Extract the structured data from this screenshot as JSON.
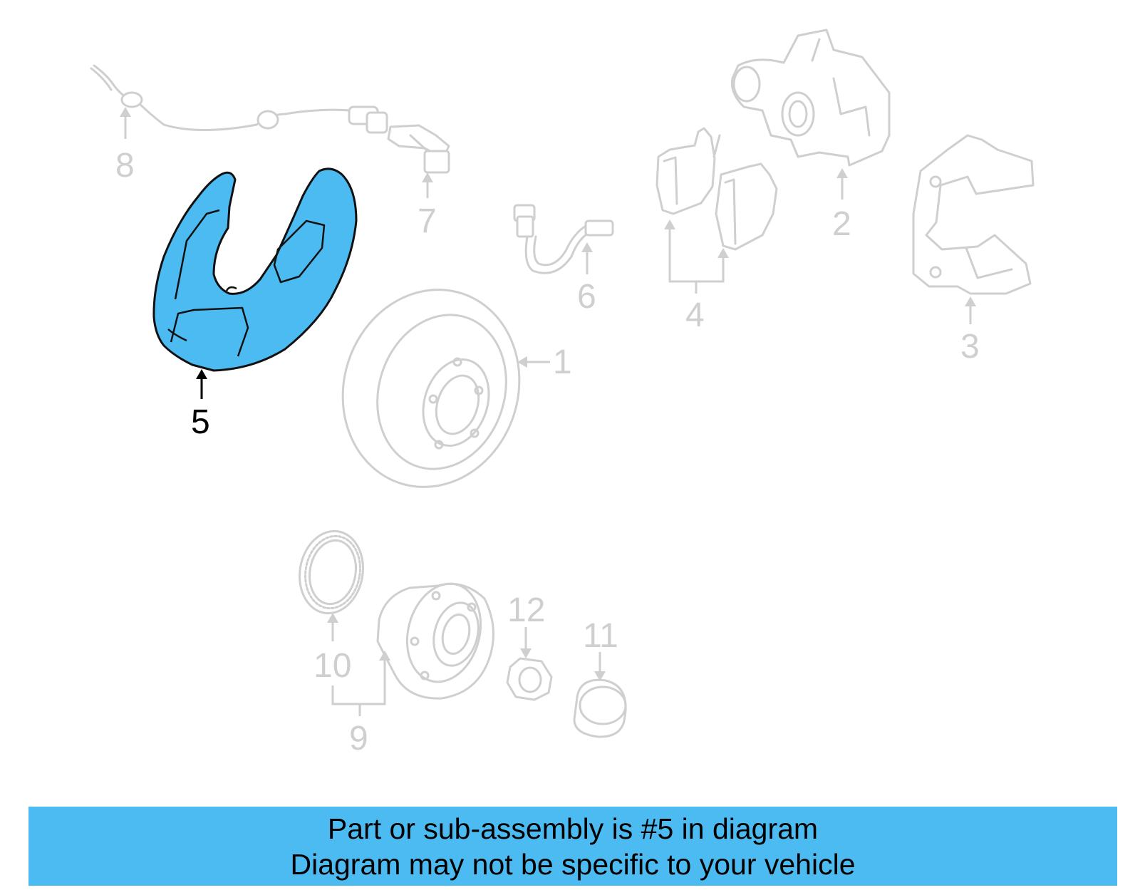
{
  "callouts": {
    "c1": "1",
    "c2": "2",
    "c3": "3",
    "c4": "4",
    "c5": "5",
    "c6": "6",
    "c7": "7",
    "c8": "8",
    "c9": "9",
    "c10": "10",
    "c11": "11",
    "c12": "12"
  },
  "highlighted_part": "5",
  "colors": {
    "highlight": "#4bbbf2",
    "parts": "#cfcfcf",
    "active_text": "#000000"
  },
  "banner": {
    "line1": "Part or sub-assembly is #5 in diagram",
    "line2": "Diagram may not be specific to your vehicle"
  }
}
